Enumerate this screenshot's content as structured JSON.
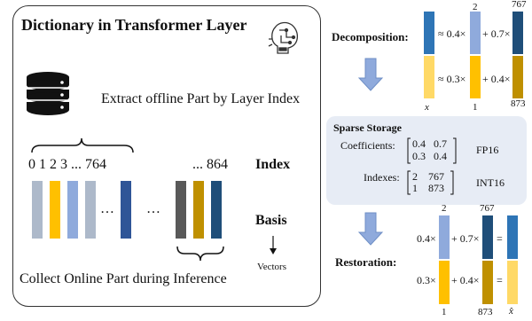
{
  "left_panel": {
    "title": "Dictionary in Transformer Layer",
    "extract_label": "Extract offline Part by Layer Index",
    "index_numbers": "0   1  2  3  ... 764",
    "index_numbers_right": "... 864",
    "index_heading": "Index",
    "basis_heading": "Basis",
    "vectors_label": "Vectors",
    "collect_label": "Collect Online Part during Inference",
    "ellipsis_a": "…",
    "ellipsis_b": "…"
  },
  "decomposition": {
    "label": "Decomposition:",
    "index_top_a": "2",
    "index_top_b": "767",
    "row1_text_a": "≈ 0.4×",
    "row1_text_b": "+ 0.7×",
    "row2_text_a": "≈ 0.3×",
    "row2_text_b": "+ 0.4×",
    "x_label": "x",
    "index_bottom_a": "1",
    "index_bottom_b": "873"
  },
  "sparse_storage": {
    "title": "Sparse Storage",
    "coef_label": "Coefficients:",
    "coef_row1": "0.4   0.7",
    "coef_row2": "0.3   0.4",
    "coef_type": "FP16",
    "idx_label": "Indexes:",
    "idx_row1": "2    767",
    "idx_row2": "1    873",
    "idx_type": "INT16"
  },
  "restoration": {
    "label": "Restoration:",
    "index_top_a": "2",
    "index_top_b": "767",
    "row1_text_a": "0.4×",
    "row1_text_b": "+ 0.7×",
    "row1_eq": "=",
    "row2_text_a": "0.3×",
    "row2_text_b": "+ 0.4×",
    "row2_eq": "=",
    "index_bottom_a": "1",
    "index_bottom_b": "873",
    "xhat_label": "x̂"
  },
  "colors": {
    "blue": "#4472c4",
    "light_blue": "#8faadc",
    "gray_blue": "#adb9ca",
    "yellow": "#ffc000",
    "light_yellow": "#ffd966",
    "dark_teal": "#1f4e79",
    "olive_gold": "#bf9000",
    "dark_gray": "#595959",
    "mid_blue": "#2e75b6",
    "navy": "#2f5597"
  }
}
